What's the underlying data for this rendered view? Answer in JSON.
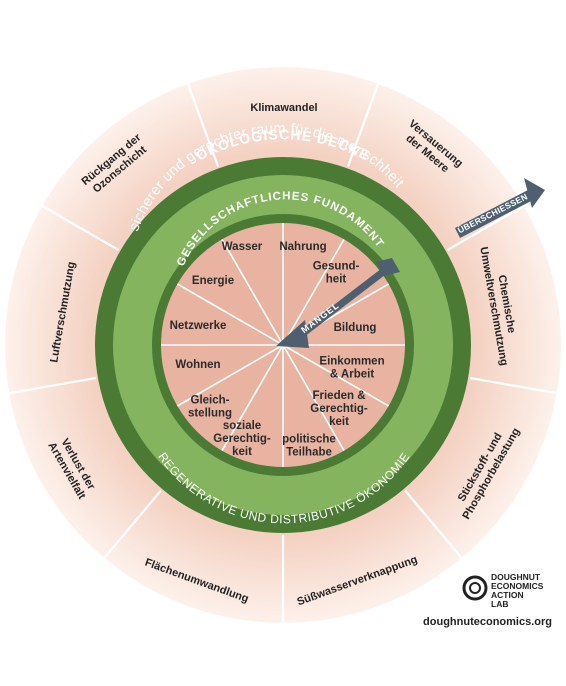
{
  "colors": {
    "dark_green": "#4b7a34",
    "light_green": "#84b55e",
    "inner_fill": "#e8b3a1",
    "outer_fill": "#f4d4c6",
    "arrow": "#4e6070"
  },
  "titles": {
    "ecological_ceiling": "ÖKOLOGISCHE DECKE",
    "safe_space": "sicherer und gerechter raum für die menschheit",
    "social_foundation": "GESELLSCHAFTLICHES FUNDAMENT",
    "regenerative": "REGENERATIVE UND DISTRIBUTIVE ÖKONOMIE",
    "overshoot": "ÜBERSCHIESSEN",
    "shortfall": "MANGEL"
  },
  "inner": [
    [
      "Wasser"
    ],
    [
      "Nahrung"
    ],
    [
      "Gesund-",
      "heit"
    ],
    [
      "Bildung"
    ],
    [
      "Einkommen",
      "& Arbeit"
    ],
    [
      "Frieden &",
      "Gerechtig-",
      "keit"
    ],
    [
      "politische",
      "Teilhabe"
    ],
    [
      "soziale",
      "Gerechtig-",
      "keit"
    ],
    [
      "Gleich-",
      "stellung"
    ],
    [
      "Wohnen"
    ],
    [
      "Netzwerke"
    ],
    [
      "Energie"
    ]
  ],
  "outer": [
    [
      "Klimawandel"
    ],
    [
      "Versauerung",
      "der Meere"
    ],
    [
      "Chemische",
      "Umweltverschmutzung"
    ],
    [
      "Stickstoff- und",
      "Phosphorbelastung"
    ],
    [
      "Süßwasserverknappung"
    ],
    [
      "Flächenumwandlung"
    ],
    [
      "Verlust der",
      "Artenvielfalt"
    ],
    [
      "Luftverschmutzung"
    ],
    [
      "Rückgang der",
      "Ozonschicht"
    ]
  ],
  "logo": {
    "lines": [
      "DOUGHNUT",
      "ECONOMICS",
      "ACTION",
      "LAB"
    ],
    "url": "doughnuteconomics.org"
  }
}
